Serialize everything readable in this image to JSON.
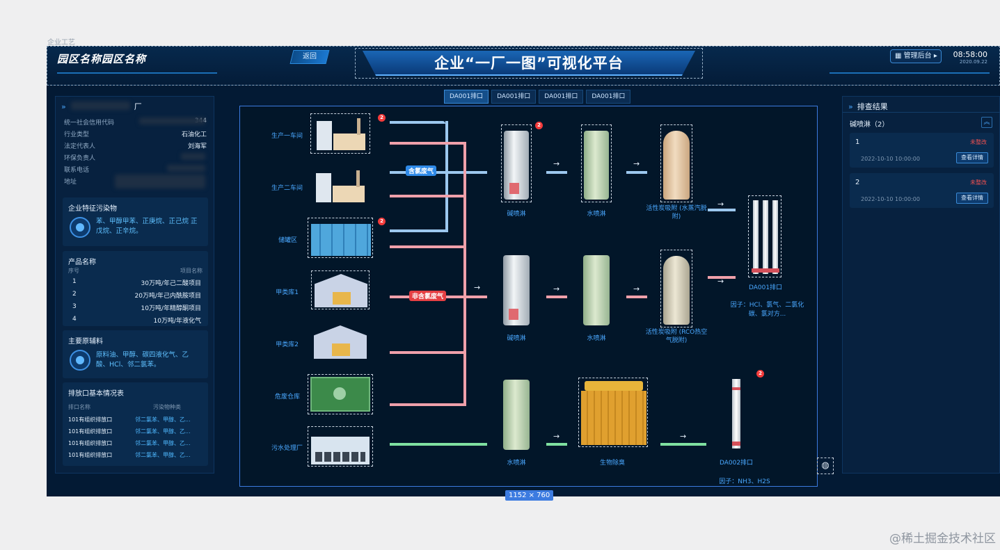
{
  "frame_label": "企业工艺",
  "watermark": "@稀土掘金技术社区",
  "size_badge": "1152 × 760",
  "header": {
    "park_name": "园区名称园区名称",
    "back_label": "返回",
    "title": "企业“一厂一图”可视化平台",
    "admin_label": "管理后台",
    "time": "08:58:00",
    "date": "2020.09.22"
  },
  "tabs": [
    "DA001排口",
    "DA001排口",
    "DA001排口",
    "DA001排口"
  ],
  "company": {
    "name_suffix": "厂",
    "fields": [
      {
        "label": "统一社会信用代码",
        "value": "344"
      },
      {
        "label": "行业类型",
        "value": "石油化工"
      },
      {
        "label": "法定代表人",
        "value": "刘海军"
      },
      {
        "label": "环保负责人",
        "value": ""
      },
      {
        "label": "联系电话",
        "value": ""
      },
      {
        "label": "地址",
        "value": ""
      }
    ]
  },
  "pollutants": {
    "title": "企业特征污染物",
    "text": "苯、甲醇甲苯、正庚烷、正己烷 正戊烷、正辛烷。"
  },
  "products": {
    "title": "产品名称",
    "col_index": "序号",
    "col_name": "项目名称",
    "rows": [
      {
        "no": "1",
        "name": "30万吨/年己二酸项目"
      },
      {
        "no": "2",
        "name": "20万吨/年己内酰胺项目"
      },
      {
        "no": "3",
        "name": "10万吨/年精醇酮项目"
      },
      {
        "no": "4",
        "name": "10万吨/年液化气"
      }
    ]
  },
  "materials": {
    "title": "主要原辅料",
    "text": "原料油、甲醇、碳四液化气、乙 酸、HCl、邻二氯苯。"
  },
  "outlets": {
    "title": "排放口基本情况表",
    "col_name": "排口名称",
    "col_type": "污染物种类",
    "rows": [
      {
        "name": "101有组织排放口",
        "type": "邻二氯苯、甲醇、乙..."
      },
      {
        "name": "101有组织排放口",
        "type": "邻二氯苯、甲醇、乙..."
      },
      {
        "name": "101有组织排放口",
        "type": "邻二氯苯、甲醇、乙..."
      },
      {
        "name": "101有组织排放口",
        "type": "邻二氯苯、甲醇、乙..."
      }
    ]
  },
  "diagram": {
    "sources": [
      "生产一车间",
      "生产二车间",
      "储罐区",
      "甲类库1",
      "甲类库2",
      "危废仓库",
      "污水处理厂"
    ],
    "flow_labels": {
      "chlorine": "含氯废气",
      "non_chlorine": "非含氯废气"
    },
    "badge": "2",
    "row1": {
      "scrubber1": "碱喷淋",
      "scrubber2": "水喷淋",
      "adsorber": "活性炭吸附 (水蒸汽脱附)"
    },
    "row2": {
      "scrubber1": "碱喷淋",
      "scrubber2": "水喷淋",
      "adsorber": "活性炭吸附 (RCO热空气脱附)"
    },
    "row3": {
      "scrubber": "水喷淋",
      "bio": "生物除臭"
    },
    "outlet1": {
      "name": "DA001排口",
      "factors": "因子：HCl、氯气、二氯化碳、氯对方..."
    },
    "outlet2": {
      "name": "DA002排口",
      "factors": "因子：NH3、H2S"
    },
    "arrow": "→"
  },
  "results": {
    "title": "排查结果",
    "group": "碱喷淋（2）",
    "items": [
      {
        "no": "1",
        "status": "未整改",
        "date": "2022-10-10 10:00:00",
        "btn": "查看详情"
      },
      {
        "no": "2",
        "status": "未整改",
        "date": "2022-10-10 10:00:00",
        "btn": "查看详情"
      }
    ]
  },
  "colors": {
    "accent": "#3c7be0",
    "bg": "#031a34",
    "alert": "#f43b3b"
  },
  "icons": [
    "grid-icon",
    "caret-right-icon",
    "chevron-up-icon",
    "globe-icon"
  ]
}
